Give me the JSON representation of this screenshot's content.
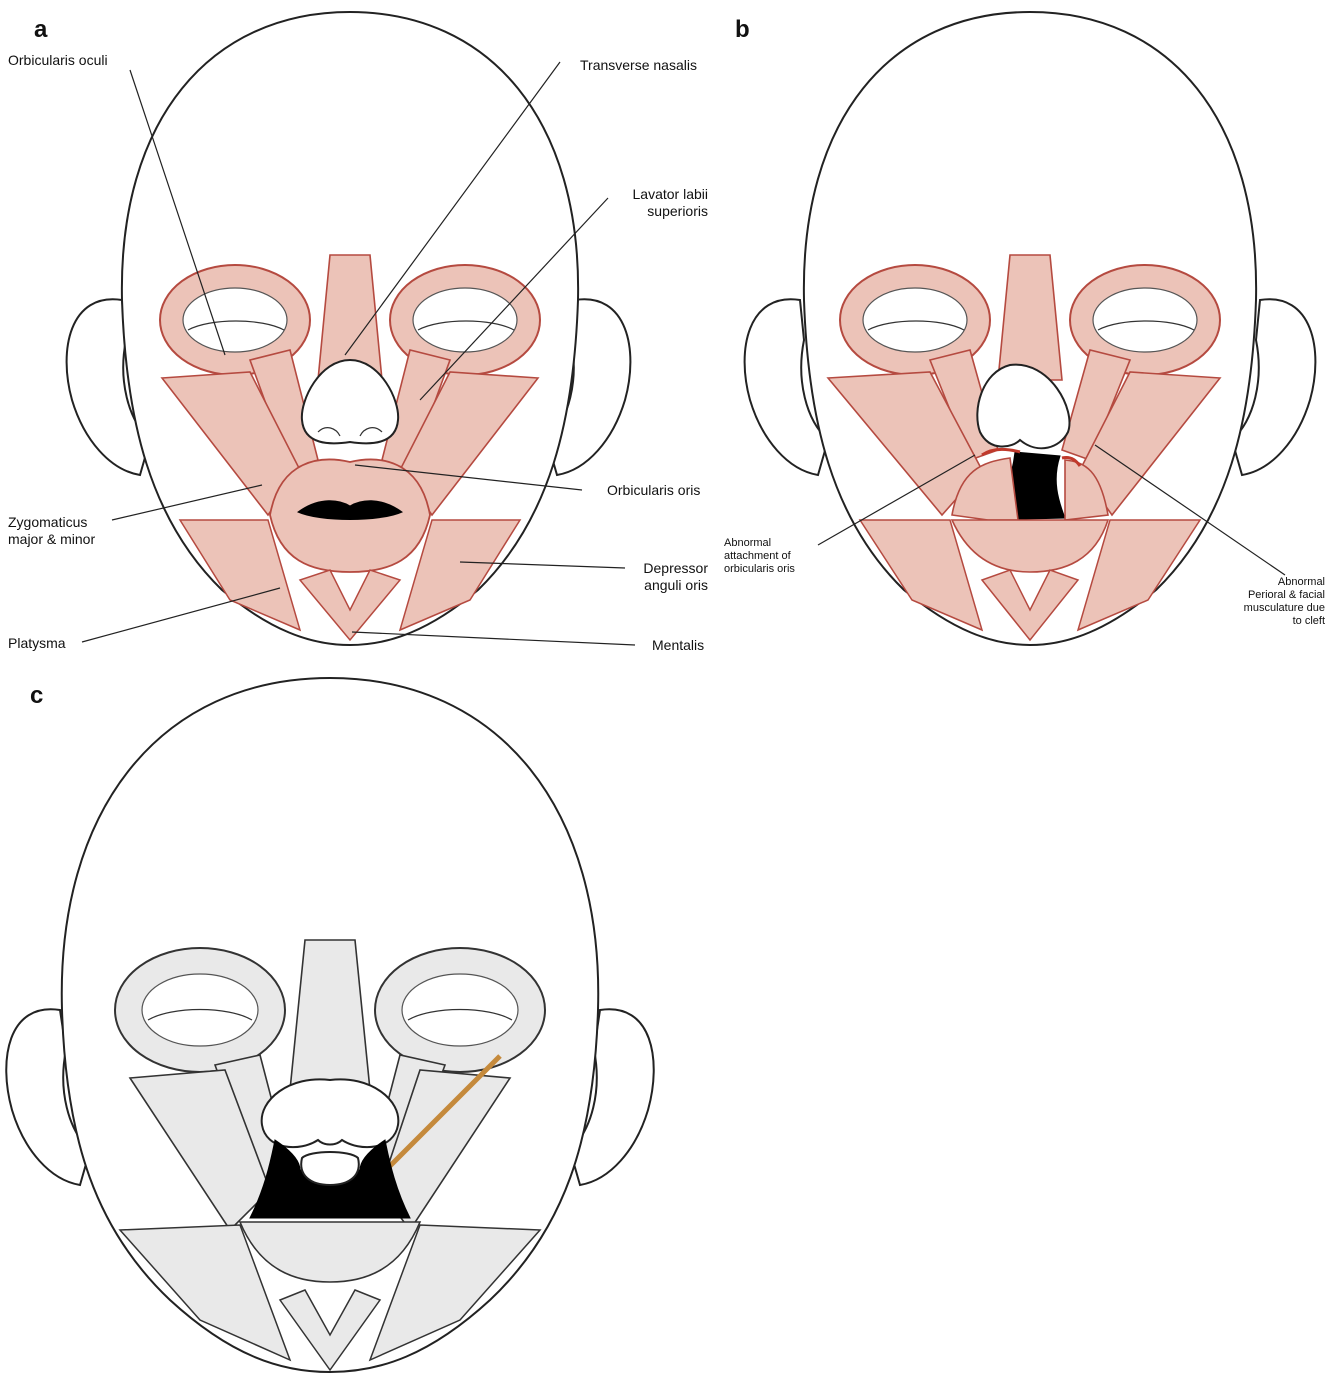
{
  "colors": {
    "muscle_fill": "#ecc3b8",
    "muscle_stroke": "#b54a40",
    "muscle_fill_c": "#e9e9e9",
    "muscle_stroke_c": "#333333",
    "highlight": "#c58a3c",
    "outline": "#222222"
  },
  "panels": {
    "a": {
      "letter": "a",
      "labels": {
        "orbicularis_oculi": "Orbicularis oculi",
        "transverse_nasalis": "Transverse nasalis",
        "levator_labii": "Lavator labii\nsuperioris",
        "orbicularis_oris": "Orbicularis oris",
        "zygomaticus": "Zygomaticus\nmajor & minor",
        "depressor": "Depressor\nanguli oris",
        "platysma": "Platysma",
        "mentalis": "Mentalis"
      }
    },
    "b": {
      "letter": "b",
      "labels": {
        "abnormal_attachment": "Abnormal\nattachment of\norbicularis oris",
        "abnormal_musculature": "Abnormal\nPerioral & facial\nmusculature due\nto cleft"
      }
    },
    "c": {
      "letter": "c"
    }
  }
}
